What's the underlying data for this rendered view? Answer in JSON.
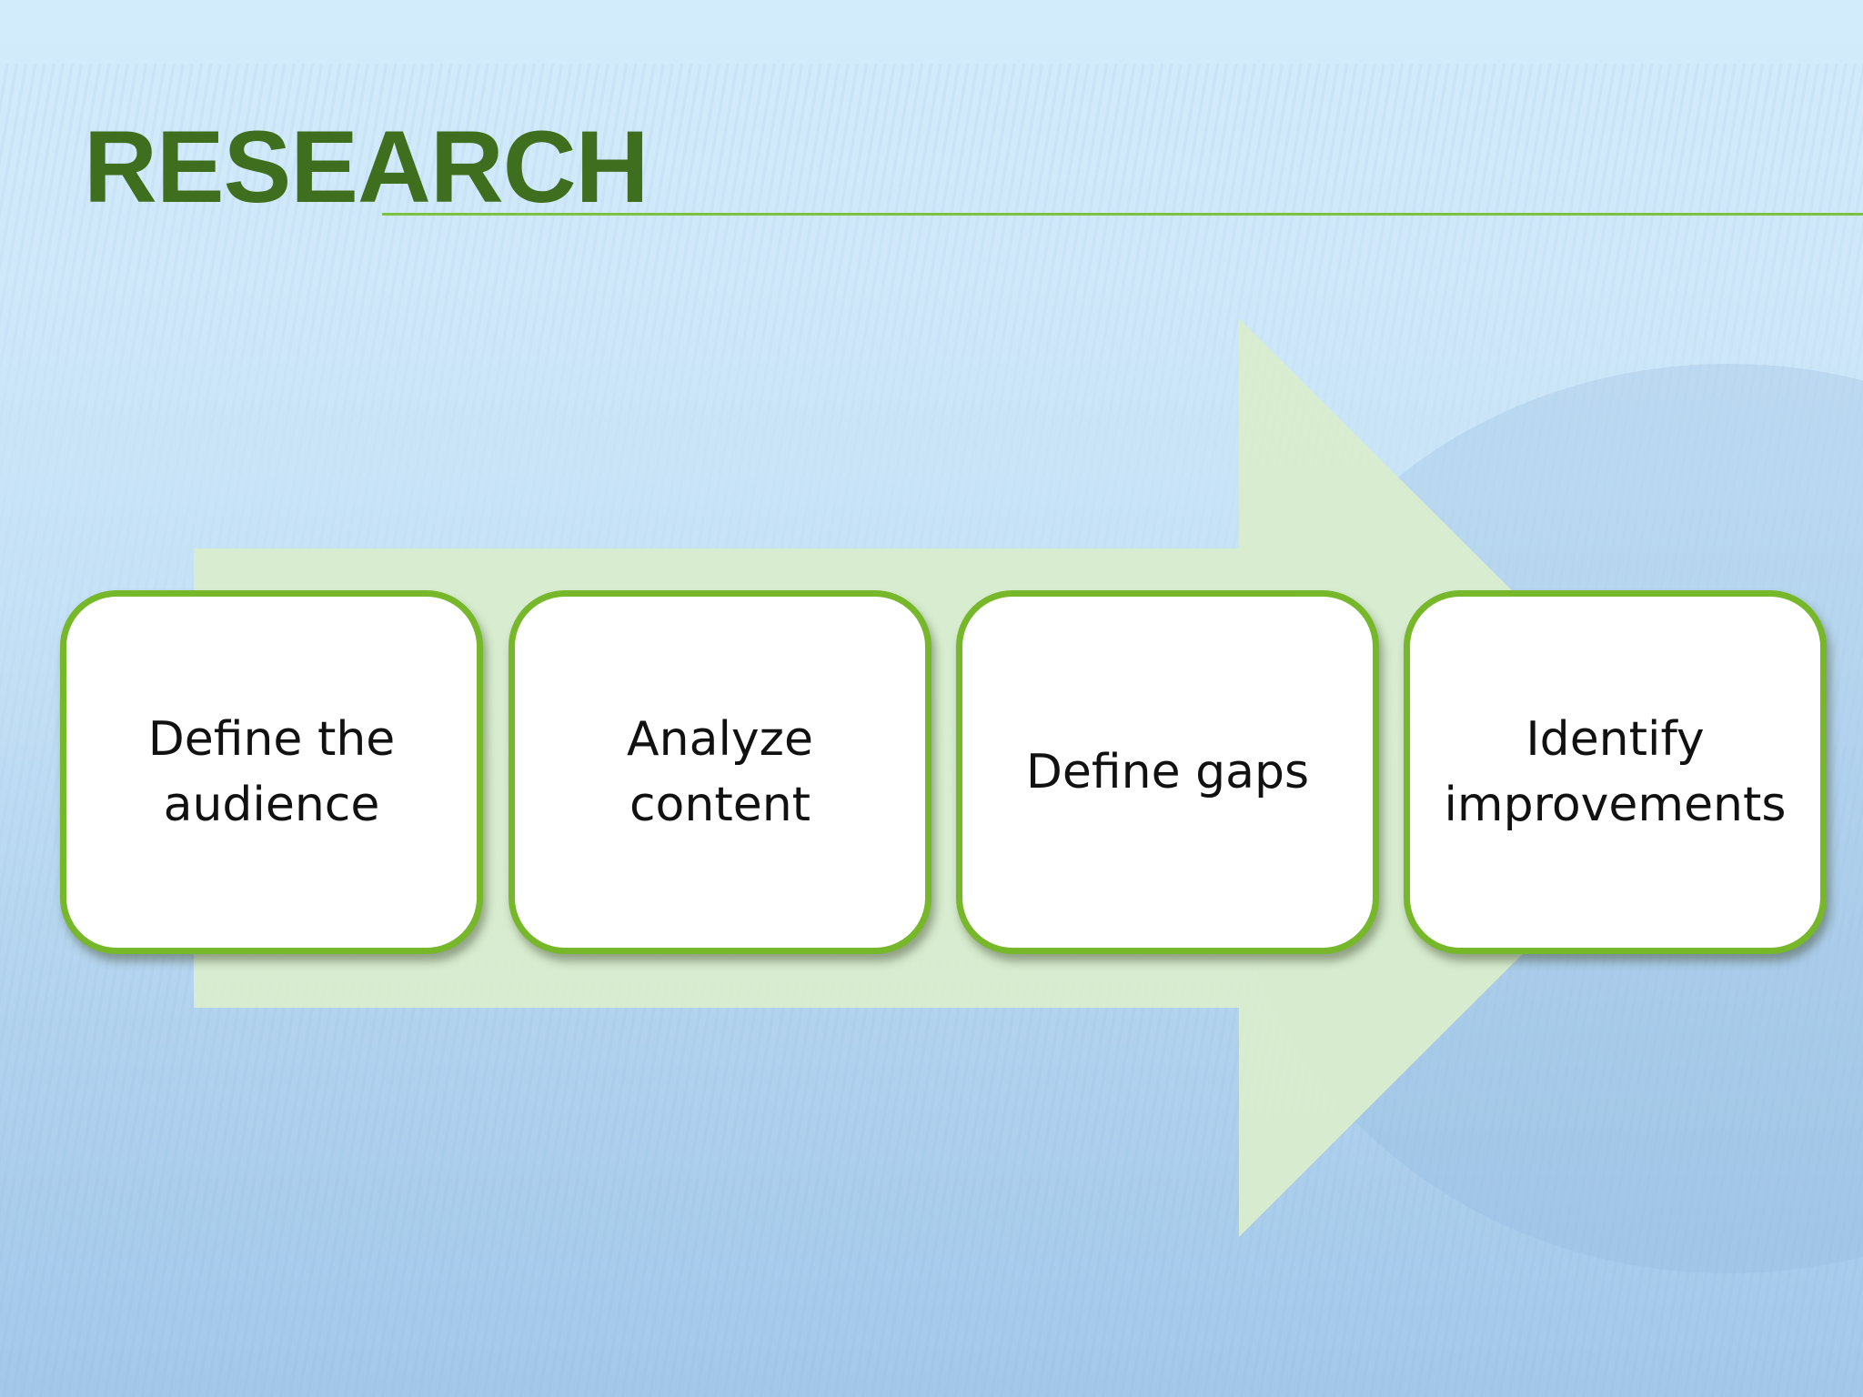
{
  "slide": {
    "title": "RESEARCH",
    "colors": {
      "title": "#3f6e1e",
      "rule": "#7cc242",
      "box_border": "#76b82a",
      "arrow_fill": "#d9edcd"
    }
  },
  "process": {
    "steps": [
      {
        "label": "Define the\naudience"
      },
      {
        "label": "Analyze\ncontent"
      },
      {
        "label": "Define gaps"
      },
      {
        "label": "Identify\nimprovements"
      }
    ]
  }
}
